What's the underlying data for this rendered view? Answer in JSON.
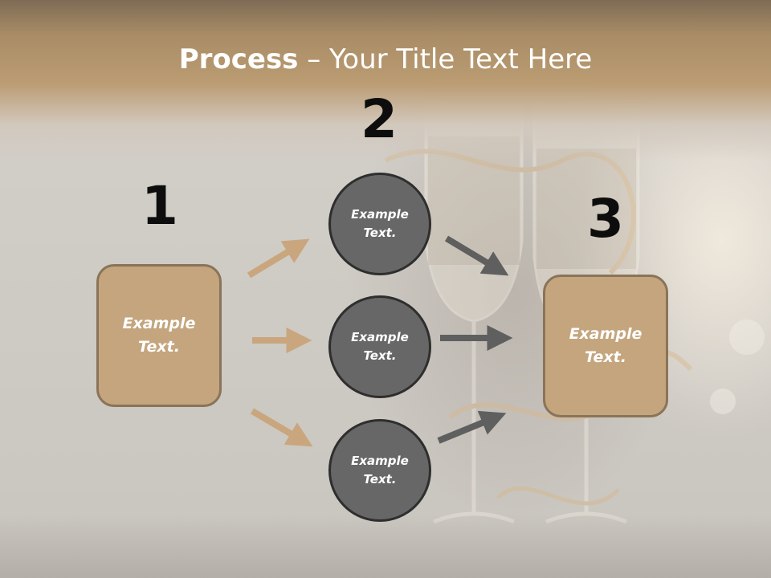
{
  "slide": {
    "title_bold": "Process",
    "title_rest": " – Your Title Text Here"
  },
  "steps": {
    "step1": {
      "number": "1",
      "text_line1": "Example",
      "text_line2": "Text."
    },
    "step2": {
      "number": "2",
      "circles": [
        {
          "text_line1": "Example",
          "text_line2": "Text."
        },
        {
          "text_line1": "Example",
          "text_line2": "Text."
        },
        {
          "text_line1": "Example",
          "text_line2": "Text."
        }
      ]
    },
    "step3": {
      "number": "3",
      "text_line1": "Example",
      "text_line2": "Text."
    }
  },
  "colors": {
    "box_fill": "#c4a57e",
    "box_border": "#8a7459",
    "circle_fill": "#676767",
    "circle_border": "#2e2e2e",
    "arrow_left": "#c9a67d",
    "arrow_right": "#5f5f5f",
    "title_band": "#bb9c73"
  }
}
